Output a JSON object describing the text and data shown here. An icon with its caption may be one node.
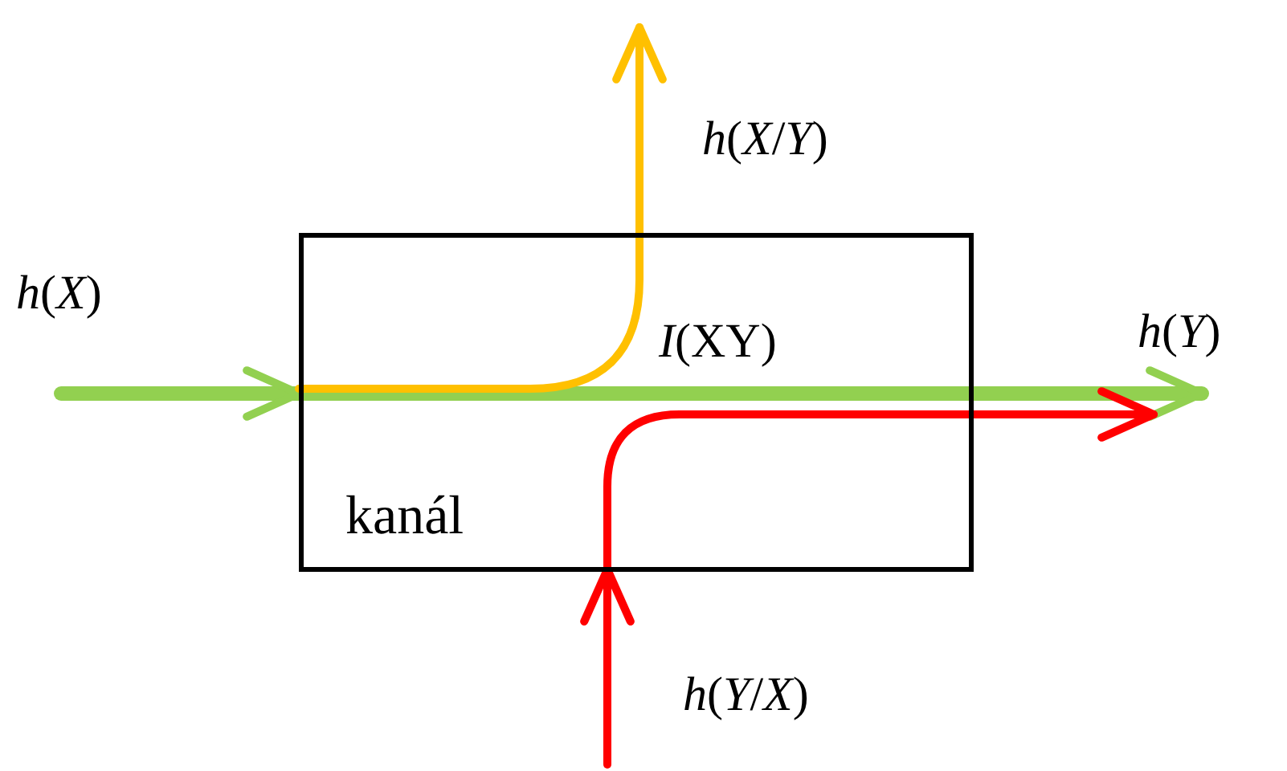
{
  "diagram": {
    "nodes": [
      {
        "text": [
          "kanál"
        ]
      },
      {
        "text": [
          "*h*(*X*)"
        ]
      },
      {
        "text": [
          "*h*(*X*/*Y*)"
        ]
      },
      {
        "text": [
          "*h*(*Y*)"
        ]
      },
      {
        "text": [
          "*h*(*Y*/*X*)"
        ]
      }
    ],
    "edges": [
      {
        "from": 1,
        "to": 0,
        "arrow": "to",
        "style": "thick",
        "color": "#92d050"
      },
      {
        "from": 0,
        "to": 3,
        "arrow": "to",
        "style": "thick",
        "color": "#92d050"
      },
      {
        "from": 0,
        "to": 2,
        "arrow": "to",
        "color": "#ffc000"
      },
      {
        "from": 4,
        "to": 0,
        "arrow": "to",
        "color": "#ff0000"
      },
      {
        "from": 0,
        "to": 3,
        "arrow": "to",
        "color": "#ff0000"
      }
    ],
    "labels": [
      "*I*(XY)"
    ]
  }
}
